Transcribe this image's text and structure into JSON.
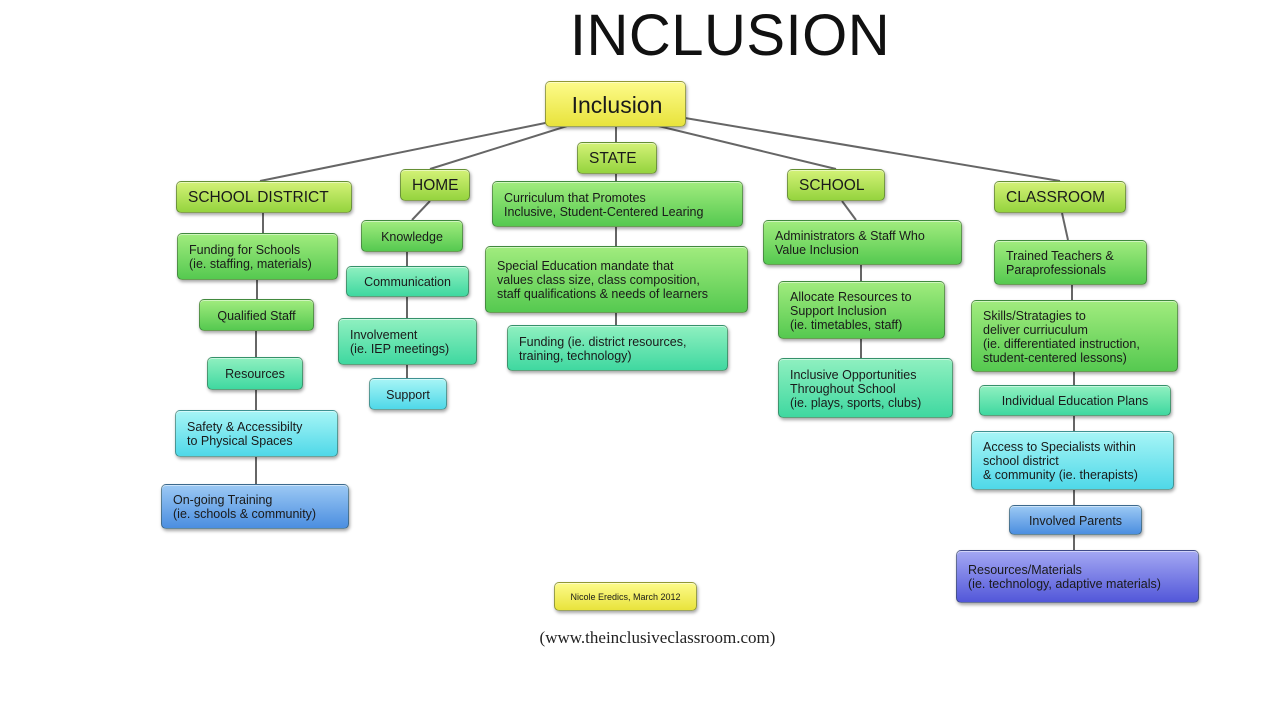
{
  "slide": {
    "title": "INCLUSION",
    "source": "(www.theinclusiveclassroom.com)"
  },
  "diagram": {
    "root": "Inclusion",
    "credit": "Nicole Eredics, March 2012",
    "branches": {
      "school_district": {
        "label": "SCHOOL DISTRICT",
        "items": [
          "Funding for Schools\n(ie. staffing, materials)",
          "Qualified Staff",
          "Resources",
          "Safety & Accessibilty\nto Physical Spaces",
          "On-going Training\n(ie. schools & community)"
        ]
      },
      "home": {
        "label": "HOME",
        "items": [
          "Knowledge",
          "Communication",
          "Involvement\n(ie. IEP meetings)",
          "Support"
        ]
      },
      "state": {
        "label": "STATE",
        "items": [
          "Curriculum that Promotes\nInclusive, Student-Centered Learing",
          "Special Education mandate that\nvalues class size, class composition,\nstaff qualifications & needs of learners",
          "Funding (ie. district resources,\ntraining, technology)"
        ]
      },
      "school": {
        "label": "SCHOOL",
        "items": [
          "Administrators & Staff Who\nValue Inclusion",
          "Allocate Resources to\nSupport Inclusion\n(ie. timetables, staff)",
          "Inclusive Opportunities\nThroughout School\n(ie. plays, sports, clubs)"
        ]
      },
      "classroom": {
        "label": "CLASSROOM",
        "items": [
          "Trained Teachers &\nParaprofessionals",
          "Skills/Stratagies to\ndeliver curriuculum\n(ie. differentiated instruction,\nstudent-centered lessons)",
          "Individual Education Plans",
          "Access to Specialists within\nschool district\n& community (ie. therapists)",
          "Involved Parents",
          "Resources/Materials\n(ie. technology, adaptive materials)"
        ]
      }
    }
  }
}
